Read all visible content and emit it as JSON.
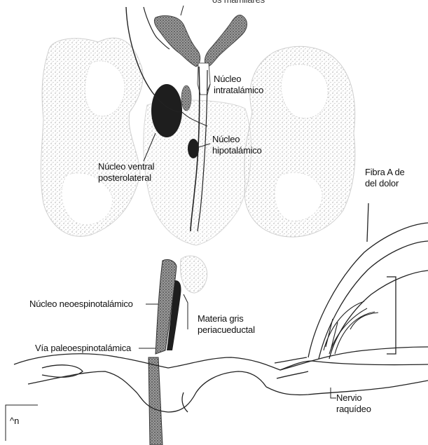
{
  "labels": {
    "top_partial": "os mamilares",
    "intratalamico": [
      "Núcleo",
      "intratalámico"
    ],
    "hipotalamico": [
      "Núcleo",
      "hipotalámico"
    ],
    "ventral": [
      "Núcleo ventral",
      "posterolateral"
    ],
    "fibra": [
      "Fibra A de",
      "del dolor"
    ],
    "neoespino": "Núcleo neoespinotalámico",
    "materia": [
      "Materia gris",
      "periacueductal"
    ],
    "paleo": "Vía paleoespinotalámica",
    "nervio": [
      "Nervio",
      "raquídeo"
    ],
    "corner": "^n"
  },
  "colors": {
    "ink": "#111111",
    "stipple": "#b8b8b8",
    "dark_nucleus": "#1e1e1e"
  }
}
